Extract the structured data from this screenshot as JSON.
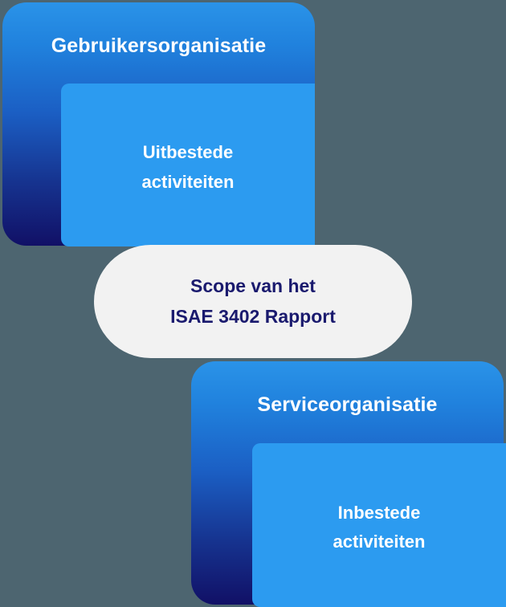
{
  "diagram": {
    "background_color": "#4d6570",
    "user_org": {
      "title": "Gebruikersorganisatie",
      "activity_line1": "Uitbestede",
      "activity_line2": "activiteiten",
      "card_gradient_start": "#2a93e8",
      "card_gradient_end": "#111066",
      "panel_color": "#2c9bf0",
      "title_color": "#ffffff"
    },
    "scope": {
      "line1": "Scope van het",
      "line2": "ISAE 3402 Rapport",
      "background_color": "#f2f2f2",
      "text_color": "#1a1a6e"
    },
    "service_org": {
      "title": "Serviceorganisatie",
      "activity_line1": "Inbestede",
      "activity_line2": "activiteiten",
      "card_gradient_start": "#2a93e8",
      "card_gradient_end": "#111066",
      "panel_color": "#2c9bf0",
      "title_color": "#ffffff"
    }
  }
}
